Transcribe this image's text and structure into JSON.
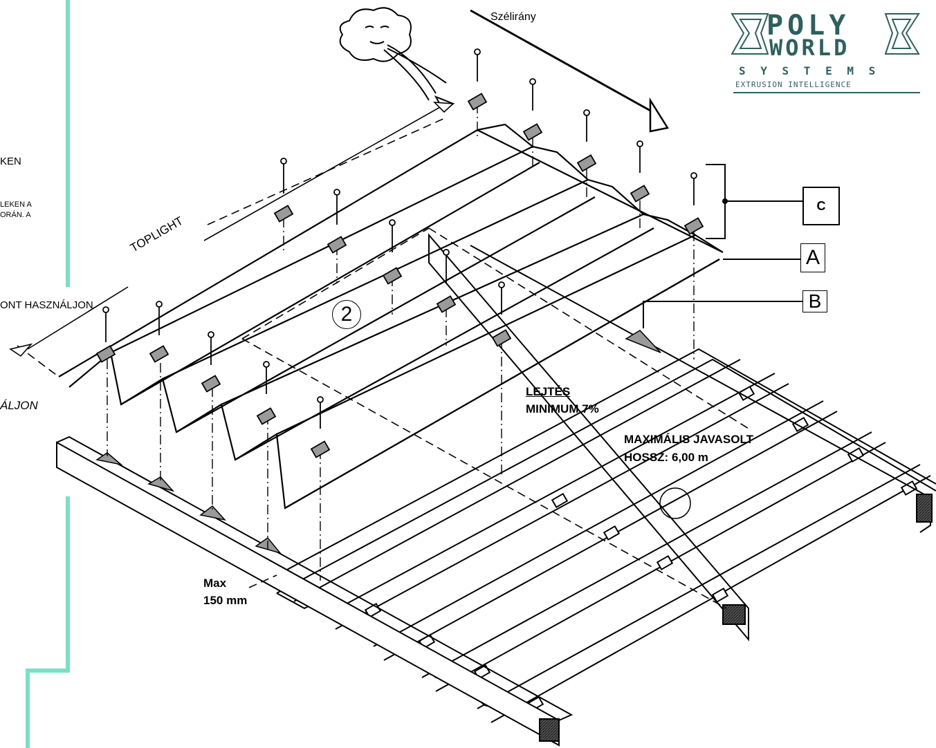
{
  "wind_label": "Szélirány",
  "logo": {
    "line1": "POLY",
    "line2": "WORLD",
    "line3": "S Y S T E M S",
    "line4": "EXTRUSION INTELLIGENCE"
  },
  "left_fragments": [
    "KEN",
    "LEKEN A",
    "ORÁN. A",
    "ONT HASZNÁLJON",
    "ÁLJON"
  ],
  "toplight_label": "TOPLIGHT",
  "number_label": "2",
  "slope_title": "LEJTÉS",
  "slope_value": "MINIMUM 7%",
  "max_length_line1": "MAXIMÁLIS JAVASOLT",
  "max_length_line2": "HOSSZ: 6,00 m",
  "overlap_line1": "Max",
  "overlap_line2": "150 mm",
  "callouts": [
    "C",
    "A",
    "B"
  ],
  "colors": {
    "accent": "#7ddfc6",
    "logo": "#2f5f5f",
    "fill": "#9a9a9a"
  }
}
